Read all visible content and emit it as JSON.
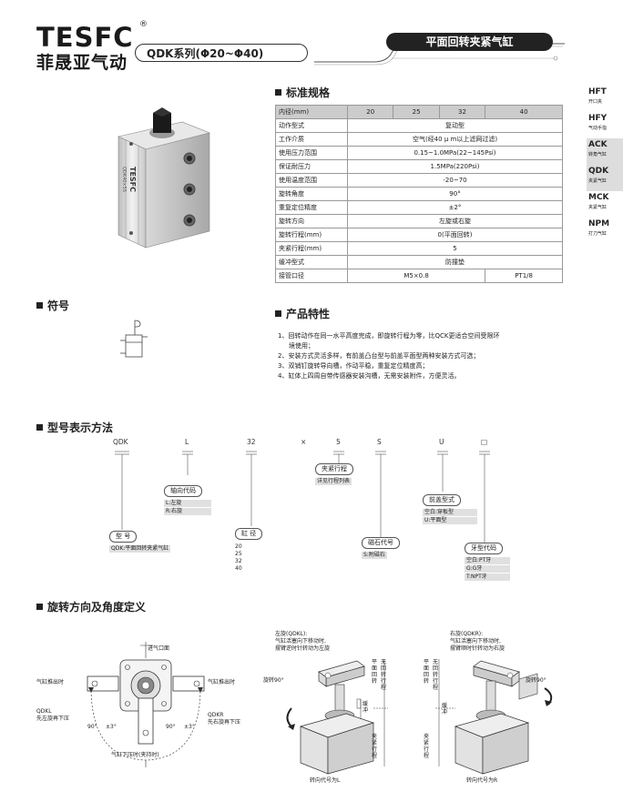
{
  "header": {
    "logo_en": "TESFC",
    "logo_reg": "®",
    "logo_cn": "菲晟亚气动",
    "series": "QDK系列(Φ20~Φ40)",
    "title": "平面回转夹紧气缸"
  },
  "side_nav": [
    {
      "code": "HFT",
      "name": "开口夹"
    },
    {
      "code": "HFY",
      "name": "气动手指"
    },
    {
      "code": "ACK",
      "name": "转角气缸"
    },
    {
      "code": "QDK",
      "name": "夹紧气缸"
    },
    {
      "code": "MCK",
      "name": "夹紧气缸"
    },
    {
      "code": "NPM",
      "name": "打刀气缸"
    }
  ],
  "product_label": {
    "brand": "TESFC",
    "model": "QDK40×5S"
  },
  "spec": {
    "title": "标准规格",
    "header_label": "内径(mm)",
    "bores": [
      "20",
      "25",
      "32",
      "40"
    ],
    "rows": [
      {
        "label": "动作型式",
        "value": "复动型"
      },
      {
        "label": "工作介质",
        "value": "空气(经40 μ m以上滤网过滤)"
      },
      {
        "label": "使用压力范围",
        "value": "0.15~1.0MPa(22~145Psi)"
      },
      {
        "label": "保证耐压力",
        "value": "1.5MPa(220Psi)"
      },
      {
        "label": "使用温度范围",
        "value": "-20~70"
      },
      {
        "label": "旋转角度",
        "value": "90°"
      },
      {
        "label": "重复定位精度",
        "value": "±2°"
      },
      {
        "label": "旋转方向",
        "value": "左旋或右旋"
      },
      {
        "label": "旋转行程(mm)",
        "value": "0(平面回转)"
      },
      {
        "label": "夹紧行程(mm)",
        "value": "5"
      },
      {
        "label": "缓冲型式",
        "value": "防撞垫"
      }
    ],
    "port_label": "接管口径",
    "port_small": "M5×0.8",
    "port_large": "PT1/8"
  },
  "symbol_title": "符号",
  "features": {
    "title": "产品特性",
    "items": [
      "1、回转动作在同一水平高度完成，即旋转行程为零，比QCK更适合空间受限环",
      "境使用；",
      "2、安装方式灵活多样，有前盖凸台型与前盖平面型两种安装方式可选；",
      "3、双销钉旋转导向槽，作动平稳，重复定位精度高；",
      "4、缸体上四周自带传感器安装沟槽，无需安装附件，方便灵活。"
    ]
  },
  "model": {
    "title": "型号表示方法",
    "codes": [
      "QDK",
      "L",
      "32",
      "×",
      "5",
      "S",
      "U",
      "□"
    ],
    "axial": {
      "tag": "轴向代码",
      "opts": [
        "L:左旋",
        "R:右旋"
      ]
    },
    "type": {
      "tag": "型  号",
      "desc": "QDK:平面回转夹紧气缸"
    },
    "bore": {
      "tag": "缸  径",
      "vals": [
        "20",
        "25",
        "32",
        "40"
      ]
    },
    "stroke": {
      "tag": "夹紧行程",
      "desc": "详见行程列表"
    },
    "magnet": {
      "tag": "磁石代号",
      "desc": "S:附磁石"
    },
    "cover": {
      "tag": "前盖型式",
      "opts": [
        "空白:穿板型",
        "U:平面型"
      ]
    },
    "thread": {
      "tag": "牙型代码",
      "opts": [
        "空白:PT牙",
        "G:G牙",
        "T:NPT牙"
      ]
    }
  },
  "rotation": {
    "title": "旋转方向及角度定义",
    "inlet": "进气口面",
    "out_left": "气缸推出时",
    "out_right": "气缸推出时",
    "qdkl": [
      "QDKL",
      "先左旋再下压"
    ],
    "qdkr": [
      "QDKR",
      "先右旋再下压"
    ],
    "deg_l": "90°",
    "tol_l": "±3°",
    "deg_r": "90°",
    "tol_r": "±3°",
    "bottom": "气缸下压时(夹持时)",
    "left_title": [
      "左旋(QDKL):",
      "气缸活塞向下移动时,",
      "摆臂逆时针转动为左旋"
    ],
    "right_title": [
      "右旋(QDKR):",
      "气缸活塞向下移动时,",
      "摆臂顺时针转动为右旋"
    ],
    "rot90_l": "旋转90°",
    "rot90_r": "旋转90°",
    "plane_rot": "平面回转",
    "no_rot": "无回转行程",
    "clamp": "夹紧行程",
    "buffer": "缓冲",
    "caption_l": "转向代号为L",
    "caption_r": "转向代号为R"
  }
}
